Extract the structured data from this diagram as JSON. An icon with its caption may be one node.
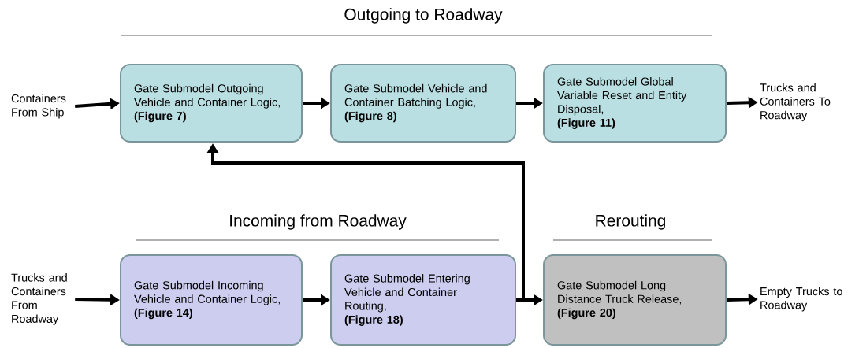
{
  "diagram": {
    "nodes": [
      {
        "text": [
          "Containers From Ship"
        ]
      },
      {
        "text": [
          "Gate Submodel Outgoing Vehicle and Container Logic,",
          "(Figure 7)"
        ]
      },
      {
        "text": [
          "Gate Submodel Vehicle and Container Batching Logic,",
          "(Figure 8)"
        ]
      },
      {
        "text": [
          "Gate Submodel Global Variable Reset and Entity Disposal,",
          "(Figure 11)"
        ]
      },
      {
        "text": [
          "Trucks and Containers To Roadway"
        ]
      },
      {
        "text": [
          "Trucks and Containers From Roadway"
        ]
      },
      {
        "text": [
          "Gate Submodel Incoming Vehicle and Container Logic,",
          "(Figure 14)"
        ]
      },
      {
        "text": [
          "Gate Submodel Entering Vehicle and Container Routing,",
          "(Figure 18)"
        ]
      },
      {
        "text": [
          "Gate Submodel Long Distance Truck Release, **(Figure 20)**"
        ]
      },
      {
        "text": [
          "Empty Trucks to Roadway"
        ]
      }
    ],
    "edges": [
      {
        "from": 0,
        "to": 1,
        "arrow": "to"
      },
      {
        "from": 1,
        "to": 2,
        "arrow": "to"
      },
      {
        "from": 2,
        "to": 3,
        "arrow": "to"
      },
      {
        "from": 3,
        "to": 4,
        "arrow": "to"
      },
      {
        "from": 5,
        "to": 6,
        "arrow": "to"
      },
      {
        "from": 6,
        "to": 7,
        "arrow": "to"
      },
      {
        "from": 7,
        "to": 8,
        "arrow": "to"
      },
      {
        "from": 8,
        "to": 9,
        "arrow": "to"
      },
      {
        "from": 7,
        "to": 1,
        "arrow": "to"
      }
    ],
    "labels": [
      "Outgoing to Roadway",
      "Incoming from Roadway",
      "Rerouting"
    ]
  }
}
